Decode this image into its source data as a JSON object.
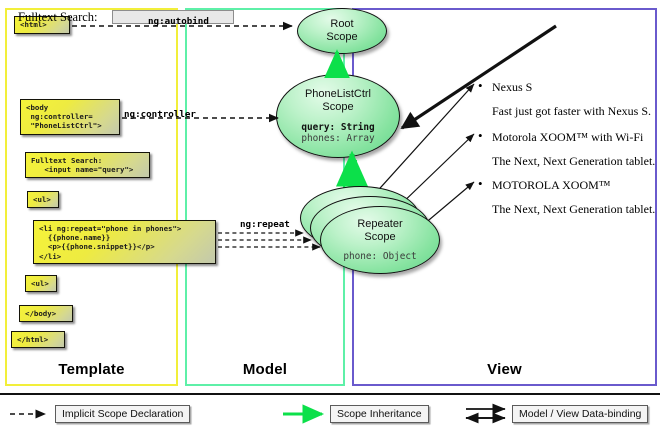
{
  "columns": [
    {
      "key": "template",
      "label": "Template",
      "border_color": "#f2ef3a"
    },
    {
      "key": "model",
      "label": "Model",
      "border_color": "#5ef0a8"
    },
    {
      "key": "view",
      "label": "View",
      "border_color": "#6a5acd"
    }
  ],
  "template": {
    "boxes": [
      {
        "id": "html-open",
        "text": "<html>"
      },
      {
        "id": "body-open",
        "text": "<body\n ng:controller=\n \"PhoneListCtrl\">"
      },
      {
        "id": "fulltext",
        "text": "Fulltext Search:\n   <input name=\"query\">"
      },
      {
        "id": "ul-open",
        "text": "<ul>"
      },
      {
        "id": "li-repeat",
        "text": "<li ng:repeat=\"phone in phones\">\n  {{phone.name}}\n  <p>{{phone.snippet}}</p>\n</li>"
      },
      {
        "id": "ul-close",
        "text": "<ul>"
      },
      {
        "id": "body-close",
        "text": "</body>"
      },
      {
        "id": "html-close",
        "text": "</html>"
      }
    ]
  },
  "model": {
    "scopes": [
      {
        "id": "root-scope",
        "title": "Root\nScope",
        "title_line1": "Root",
        "title_line2": "Scope",
        "props": []
      },
      {
        "id": "phonelistctrl-scope",
        "title_line1": "PhoneListCtrl",
        "title_line2": "Scope",
        "props": [
          {
            "text": "query: String",
            "bold": true
          },
          {
            "text": "phones: Array",
            "bold": false
          }
        ]
      },
      {
        "id": "repeater-scope",
        "title_line1": "Repeater",
        "title_line2": "Scope",
        "props": [
          {
            "text": "phone: Object",
            "bold": false
          }
        ]
      }
    ]
  },
  "connectors": {
    "ng_autobind": "ng:autobind",
    "ng_controller": "ng:controller",
    "ng_repeat": "ng:repeat"
  },
  "view": {
    "search_label": "Fulltext Search:",
    "search_value": "",
    "search_placeholder": "",
    "phones": [
      {
        "name": "Nexus S",
        "snippet": "Fast just got faster with Nexus S."
      },
      {
        "name": "Motorola XOOM™  with Wi-Fi",
        "snippet": "The Next, Next Generation tablet."
      },
      {
        "name": "MOTOROLA XOOM™",
        "snippet": "The Next, Next Generation tablet."
      }
    ]
  },
  "legend": [
    {
      "id": "implicit-scope-declaration",
      "label": "Implicit Scope Declaration",
      "arrow": "dashed-black"
    },
    {
      "id": "scope-inheritance",
      "label": "Scope Inheritance",
      "arrow": "solid-green"
    },
    {
      "id": "model-view-data-binding",
      "label": "Model / View Data-binding",
      "arrow": "double-black"
    }
  ],
  "colors": {
    "template_border": "#f2ef3a",
    "model_border": "#5ef0a8",
    "view_border": "#6a5acd",
    "scope_green": "#86e3a0",
    "inheritance_green": "#0ce04a",
    "code_yellow": "#efec3c"
  }
}
